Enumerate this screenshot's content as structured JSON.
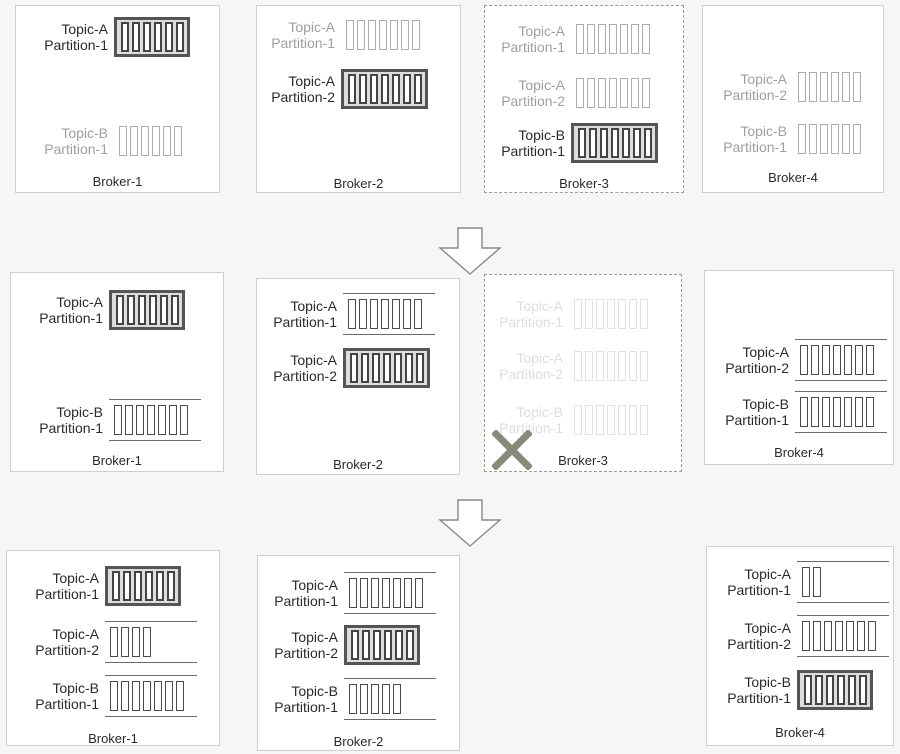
{
  "labels": {
    "topic_a": "Topic-A",
    "topic_b": "Topic-B",
    "partition_1": "Partition-1",
    "partition_2": "Partition-2"
  },
  "brokers": {
    "b1": "Broker-1",
    "b2": "Broker-2",
    "b3": "Broker-3",
    "b4": "Broker-4"
  },
  "icons": {
    "arrow": "down-arrow-icon",
    "failed": "cross-icon"
  },
  "colors": {
    "leader": "#555555",
    "follower": "#4a4a4a",
    "failed_mark": "#8a8a7a"
  }
}
